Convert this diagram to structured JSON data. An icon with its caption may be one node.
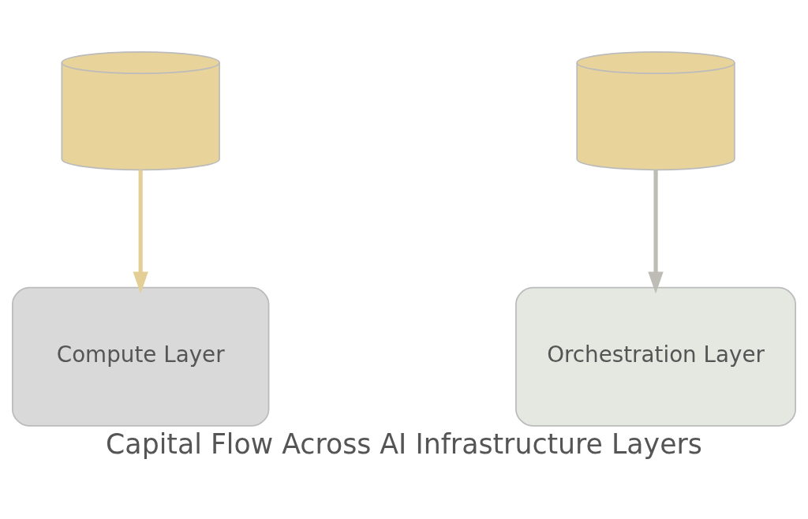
{
  "diagram": {
    "caption": "Capital Flow Across AI Infrastructure Layers",
    "nodes": [
      {
        "text": [],
        "shape": "cylinder"
      },
      {
        "text": [],
        "shape": "cylinder"
      },
      {
        "text": [
          "Compute Layer"
        ]
      },
      {
        "text": [
          "Orchestration Layer"
        ]
      }
    ],
    "edges": [
      {
        "from": 0,
        "to": 2,
        "arrow": "to",
        "color": "#e3cf95"
      },
      {
        "from": 1,
        "to": 3,
        "arrow": "to",
        "color": "#bdbdb5"
      }
    ]
  }
}
